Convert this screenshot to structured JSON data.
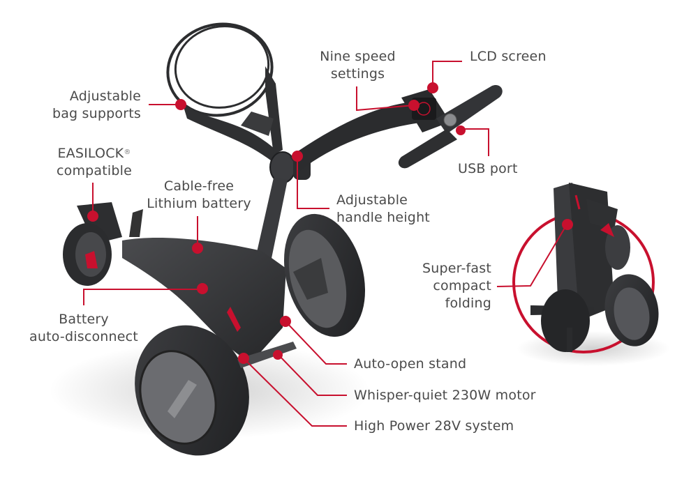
{
  "diagram": {
    "subject": "Electric golf trolley feature callouts",
    "accent_color": "#c8102e",
    "text_color": "#4a4a4a",
    "product_color": "#3a3b3d",
    "callouts": [
      {
        "id": "bag-supports",
        "line1": "Adjustable",
        "line2": "bag supports"
      },
      {
        "id": "easilock",
        "line1": "EASILOCK",
        "line1_mark": "®",
        "line2": "compatible"
      },
      {
        "id": "battery",
        "line1": "Cable-free",
        "line2": "Lithium battery"
      },
      {
        "id": "speed",
        "line1": "Nine speed",
        "line2": "settings"
      },
      {
        "id": "lcd",
        "line1": "LCD screen"
      },
      {
        "id": "usb",
        "line1": "USB port"
      },
      {
        "id": "handle-height",
        "line1": "Adjustable",
        "line2": "handle height"
      },
      {
        "id": "folding",
        "line1": "Super-fast",
        "line2": "compact",
        "line3": "folding"
      },
      {
        "id": "auto-disconnect",
        "line1": "Battery",
        "line2": "auto-disconnect"
      },
      {
        "id": "stand",
        "line1": "Auto-open stand"
      },
      {
        "id": "motor",
        "line1": "Whisper-quiet 230W motor"
      },
      {
        "id": "power",
        "line1": "High Power 28V system"
      }
    ]
  }
}
